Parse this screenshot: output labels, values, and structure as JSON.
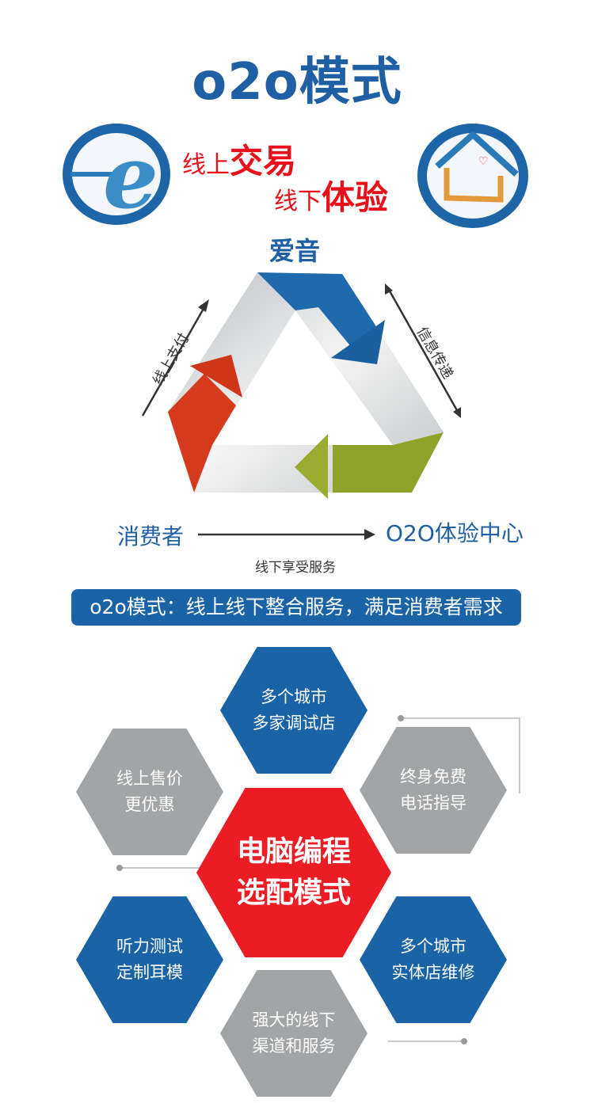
{
  "title": "o2o模式",
  "slogan": {
    "line1_small": "线上",
    "line1_large": "交易",
    "line2_small": "线下",
    "line2_large": "体验"
  },
  "cycle": {
    "top_label": "爱音",
    "left_arrow_label": "线上支付",
    "right_arrow_label": "信息传递",
    "bottom_left_label": "消费者",
    "bottom_right_label": "O2O体验中心",
    "bottom_arrow_label": "线下享受服务"
  },
  "banner": "o2o模式：线上线下整合服务，满足消费者需求",
  "hexagons": {
    "center": [
      "电脑编程",
      "选配模式"
    ],
    "top": [
      "多个城市",
      "多家调试店"
    ],
    "left_top": [
      "线上售价",
      "更优惠"
    ],
    "right_top": [
      "终身免费",
      "电话指导"
    ],
    "left_bottom": [
      "听力测试",
      "定制耳模"
    ],
    "right_bottom": [
      "多个城市",
      "实体店维修"
    ],
    "bottom": [
      "强大的线下",
      "渠道和服务"
    ]
  },
  "colors": {
    "blue": "#1a63a6",
    "red": "#ec1c24",
    "grey": "#a2a4a6",
    "green": "#8fa22a",
    "orange_red": "#d63a1c"
  }
}
